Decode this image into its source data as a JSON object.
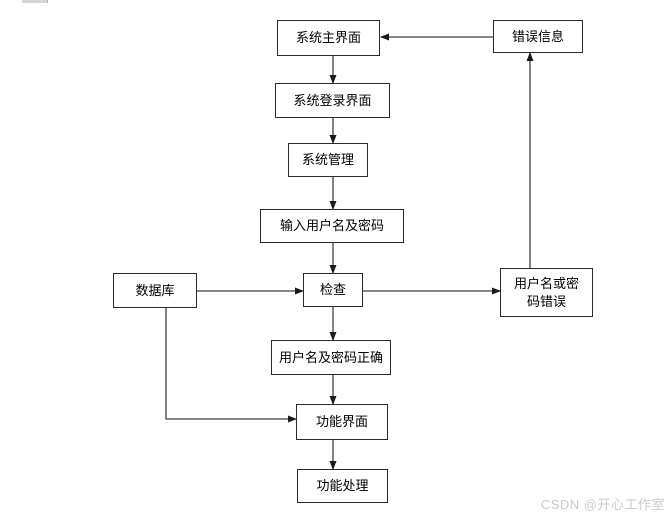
{
  "diagram": {
    "title": "login-flow-diagram",
    "nodes": {
      "main_ui": {
        "label": "系统主界面"
      },
      "error_info": {
        "label": "错误信息"
      },
      "login_ui": {
        "label": "系统登录界面"
      },
      "sys_mgmt": {
        "label": "系统管理"
      },
      "input_cred": {
        "label": "输入用户名及密码"
      },
      "database": {
        "label": "数据库"
      },
      "check": {
        "label": "检查"
      },
      "wrong_cred": {
        "label": "用户名或密码错误"
      },
      "correct_cred": {
        "label": "用户名及密码正确"
      },
      "func_ui": {
        "label": "功能界面"
      },
      "func_proc": {
        "label": "功能处理"
      }
    },
    "edges": [
      {
        "from": "main_ui",
        "to": "login_ui"
      },
      {
        "from": "login_ui",
        "to": "sys_mgmt"
      },
      {
        "from": "sys_mgmt",
        "to": "input_cred"
      },
      {
        "from": "input_cred",
        "to": "check"
      },
      {
        "from": "database",
        "to": "check"
      },
      {
        "from": "check",
        "to": "wrong_cred"
      },
      {
        "from": "check",
        "to": "correct_cred"
      },
      {
        "from": "correct_cred",
        "to": "func_ui"
      },
      {
        "from": "database",
        "to": "func_ui"
      },
      {
        "from": "wrong_cred",
        "to": "error_info"
      },
      {
        "from": "error_info",
        "to": "main_ui"
      },
      {
        "from": "func_ui",
        "to": "func_proc"
      }
    ],
    "colors": {
      "box_border": "#2b2b2b",
      "box_fill": "#ffffff",
      "line": "#404040",
      "arrow": "#1a1a1a",
      "text": "#000000"
    }
  },
  "watermark": {
    "text": "CSDN @开心工作室",
    "color": "#cbcbcb"
  }
}
